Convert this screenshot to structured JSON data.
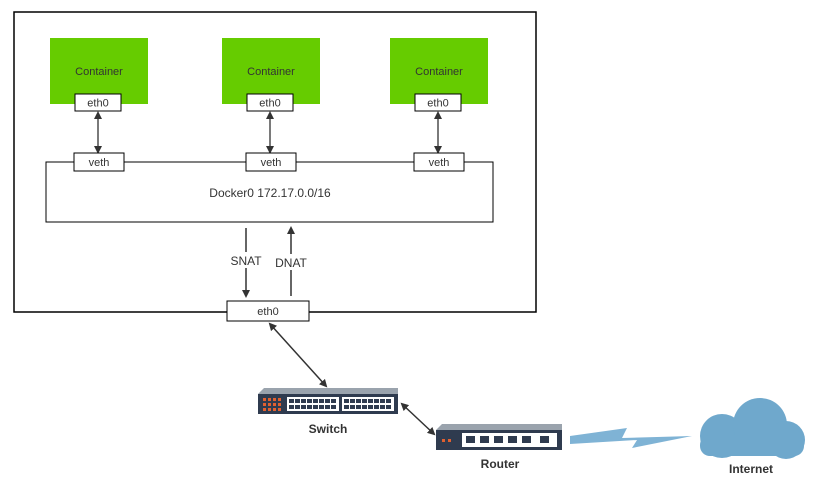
{
  "host": {
    "containers": [
      {
        "label": "Container",
        "iface": "eth0"
      },
      {
        "label": "Container",
        "iface": "eth0"
      },
      {
        "label": "Container",
        "iface": "eth0"
      }
    ],
    "veth_labels": [
      "veth",
      "veth",
      "veth"
    ],
    "bridge_label": "Docker0 172.17.0.0/16",
    "snat_label": "SNAT",
    "dnat_label": "DNAT",
    "host_iface": "eth0"
  },
  "network": {
    "switch_label": "Switch",
    "router_label": "Router",
    "internet_label": "Internet"
  },
  "colors": {
    "container": "#66cc00",
    "line": "#000000",
    "device_dark": "#2f3b4f",
    "cloud": "#6fa8cc",
    "link_bolt": "#7fb3d5",
    "port_orange": "#e06030"
  },
  "icons": [
    "switch-icon",
    "router-icon",
    "cloud-icon"
  ]
}
